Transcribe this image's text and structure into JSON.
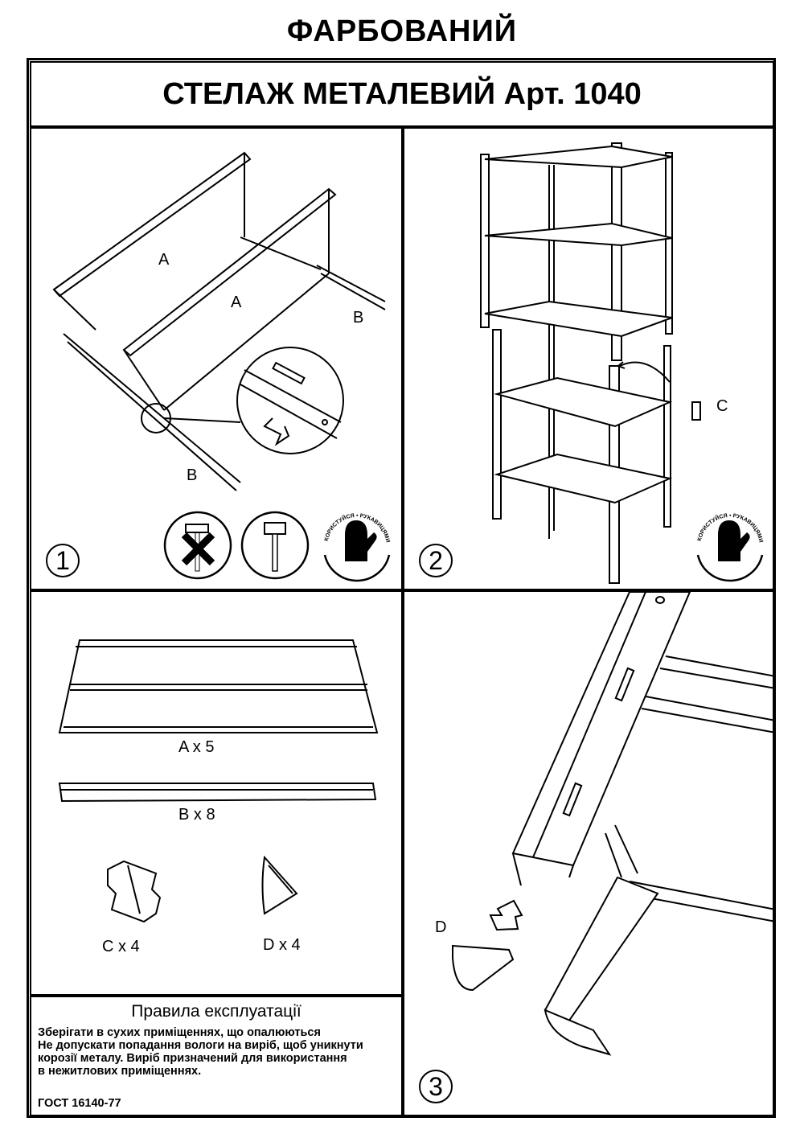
{
  "header": {
    "subtitle": "ФАРБОВАНИЙ",
    "title": "СТЕЛАЖ МЕТАЛЕВИЙ Арт. 1040"
  },
  "step1": {
    "number": "1",
    "labels": [
      "A",
      "A",
      "B",
      "B"
    ],
    "icons": [
      "no-hammer-icon",
      "mallet-icon",
      "gloves-icon"
    ],
    "gloves_text": "КОРИСТУЙСЯ • РУКАВИЦЯМИ"
  },
  "step2": {
    "number": "2",
    "label_c": "C",
    "gloves_text": "КОРИСТУЙСЯ • РУКАВИЦЯМИ"
  },
  "parts": {
    "a": "A x 5",
    "b": "B x 8",
    "c": "C x 4",
    "d": "D x 4"
  },
  "rules": {
    "title": "Правила експлуатації",
    "text": "Зберігати в сухих  приміщеннях, що опалюються\nНе допускати попадання вологи на виріб, щоб уникнути\nкорозії металу. Виріб призначений для використання\nв нежитлових приміщеннях.",
    "gost": "ГОСТ 16140-77"
  },
  "step3": {
    "number": "3",
    "label_d": "D"
  }
}
